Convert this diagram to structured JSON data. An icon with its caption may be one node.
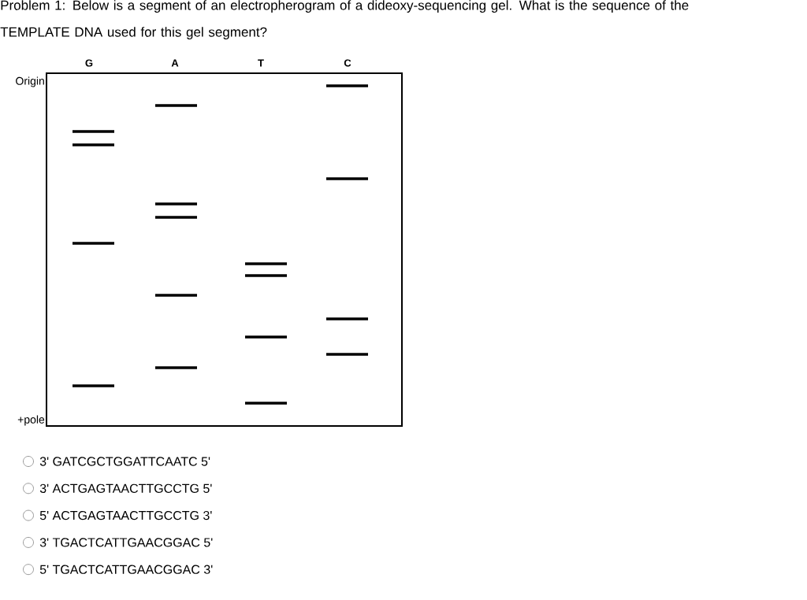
{
  "diagram": {
    "title": "Problem 1: Below is a segment of an electropherogram of a dideoxy-sequencing gel. What is the sequence of the TEMPLATE DNA used for this gel segment?",
    "labels": [
      "G",
      "A",
      "T",
      "C",
      "Origin",
      "+pole",
      "3' GATCGCTGGATTCAATC 5'",
      "3' ACTGAGTAACTTGCCTG 5'",
      "5' ACTGAGTAACTTGCCTG 3'",
      "3' TGACTCATTGAACGGAC 5'",
      "5' TGACTCATTGAACGGAC 3'"
    ]
  }
}
